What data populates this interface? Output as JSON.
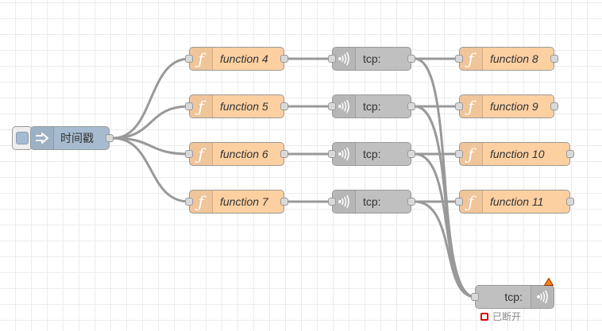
{
  "flow": {
    "inject": {
      "label": "时间戳",
      "icon": "arrow-right-icon"
    },
    "functions": [
      {
        "label": "function 4",
        "icon": "function-icon"
      },
      {
        "label": "function 5",
        "icon": "function-icon"
      },
      {
        "label": "function 6",
        "icon": "function-icon"
      },
      {
        "label": "function 7",
        "icon": "function-icon"
      },
      {
        "label": "function 8",
        "icon": "function-icon"
      },
      {
        "label": "function 9",
        "icon": "function-icon"
      },
      {
        "label": "function 10",
        "icon": "function-icon"
      },
      {
        "label": "function 11",
        "icon": "function-icon"
      }
    ],
    "tcp_requests": [
      {
        "label": "tcp:",
        "icon": "network-icon"
      },
      {
        "label": "tcp:",
        "icon": "network-icon"
      },
      {
        "label": "tcp:",
        "icon": "network-icon"
      },
      {
        "label": "tcp:",
        "icon": "network-icon"
      }
    ],
    "tcp_out": {
      "label": "tcp:",
      "icon": "network-icon",
      "status_text": "已断开",
      "status_color": "#dd0000",
      "warning_color": "#ff7f0e"
    }
  },
  "colors": {
    "function_node": "#fdd0a2",
    "tcp_node": "#c0c0c0",
    "inject_node": "#a6bbcf",
    "wire": "#999999"
  }
}
